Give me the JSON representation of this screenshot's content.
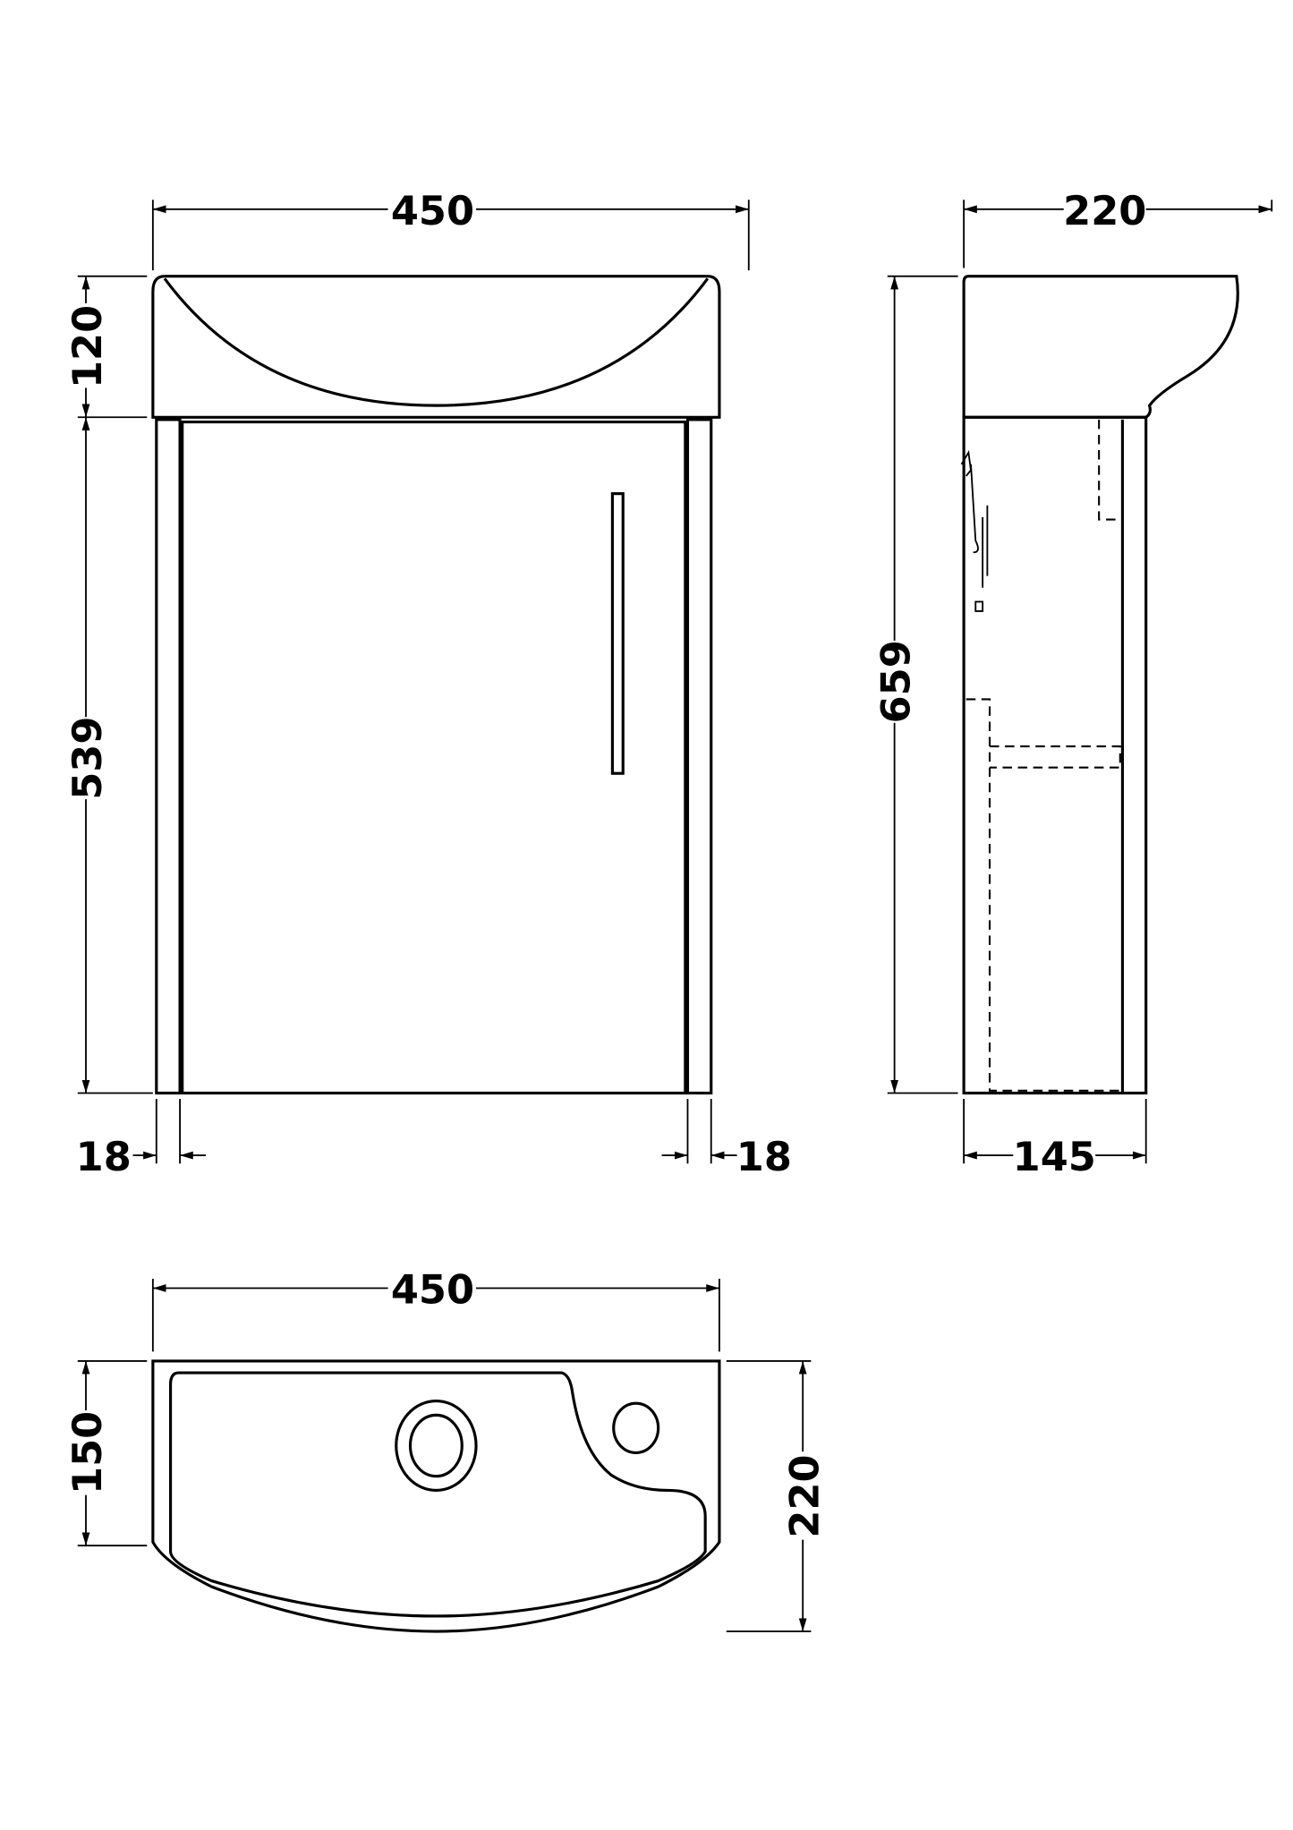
{
  "front_view": {
    "width_label": "450",
    "basin_height_label": "120",
    "cabinet_height_label": "539",
    "left_panel_label": "18",
    "right_panel_label": "18"
  },
  "side_view": {
    "depth_label": "220",
    "total_height_label": "659",
    "cabinet_depth_label": "145"
  },
  "top_view": {
    "width_label": "450",
    "side_depth_label": "150",
    "total_depth_label": "220"
  }
}
